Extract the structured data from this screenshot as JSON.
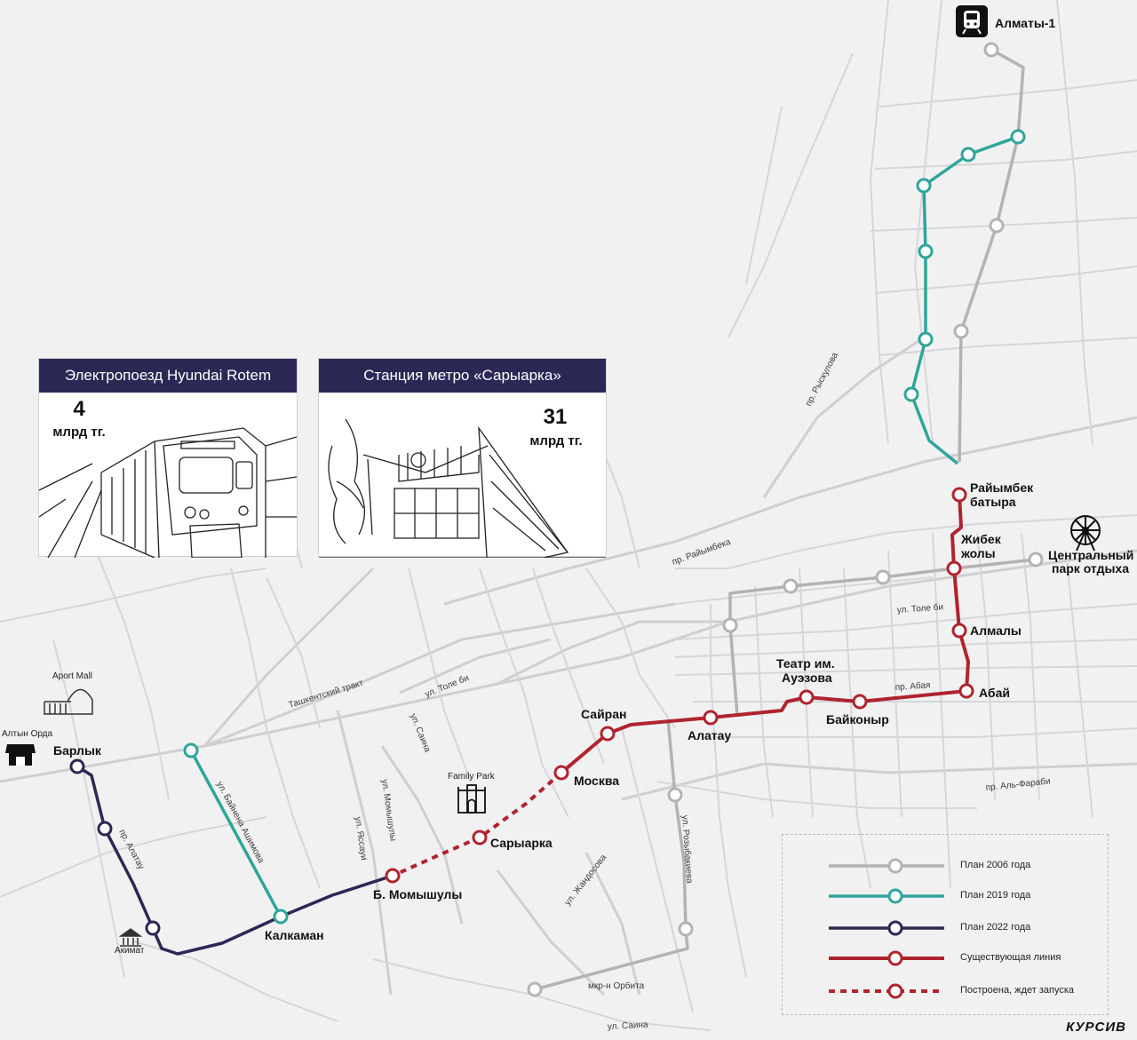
{
  "colors": {
    "plan_2006": "#b3b3b3",
    "plan_2019": "#2fa59b",
    "plan_2022": "#2c2856",
    "existing": "#b0242e",
    "card_header": "#2c2856"
  },
  "cards": {
    "train": {
      "title": "Электропоезд Hyundai Rotem",
      "price": "4",
      "unit": "млрд тг."
    },
    "station": {
      "title": "Станция метро «Сарыарка»",
      "price": "31",
      "unit": "млрд тг."
    }
  },
  "stations": {
    "almaty1": "Алматы-1",
    "raiymbek": [
      "Райымбек",
      "батыра"
    ],
    "zhibek": [
      "Жибек",
      "жолы"
    ],
    "almaly": "Алмалы",
    "abai": "Абай",
    "auezov": [
      "Театр им.",
      "Ауэзова"
    ],
    "baikonur": "Байконыр",
    "alatau": "Алатау",
    "sairan": "Сайран",
    "moskva": "Москва",
    "saryarka": "Сарыарка",
    "momyshuly": "Б. Момышулы",
    "kalkaman": "Калкаман",
    "barlyk": "Барлык"
  },
  "pois": {
    "central_park": [
      "Центральный",
      "парк отдыха"
    ],
    "aport_mall": "Aport Mall",
    "altyn_orda": "Алтын Орда",
    "family_park": "Family Park",
    "akimat": "Акимат"
  },
  "streets": {
    "ryskulova": "пр. Рыскулова",
    "raiymbeka": "пр. Райымбека",
    "tole_bi_east": "ул. Толе би",
    "tole_bi_west": "ул. Толе би",
    "abaya": "пр. Абая",
    "al_farabi": "пр. Аль-Фараби",
    "tashkent": "Ташкентский тракт",
    "saina_north": "ул. Саина",
    "momyshuly": "ул. Момышулы",
    "yassaui": "ул. Яссауи",
    "baizhan": "ул. Байнена Ашимова",
    "alatau_ave": "пр. Алатау",
    "zhandosova": "ул. Жандосова",
    "rozybakieva": "ул. Розыбакиева",
    "orbita": "мкр-н Орбита",
    "saina_south": "ул. Саина"
  },
  "legend": [
    {
      "label": "План 2006 года",
      "style": "plan_2006",
      "dashed": false
    },
    {
      "label": "План 2019 года",
      "style": "plan_2019",
      "dashed": false
    },
    {
      "label": "План 2022 года",
      "style": "plan_2022",
      "dashed": false
    },
    {
      "label": "Существующая линия",
      "style": "existing",
      "dashed": false
    },
    {
      "label": "Построена, ждет запуска",
      "style": "existing",
      "dashed": true
    }
  ],
  "brand": "КУРСИВ"
}
